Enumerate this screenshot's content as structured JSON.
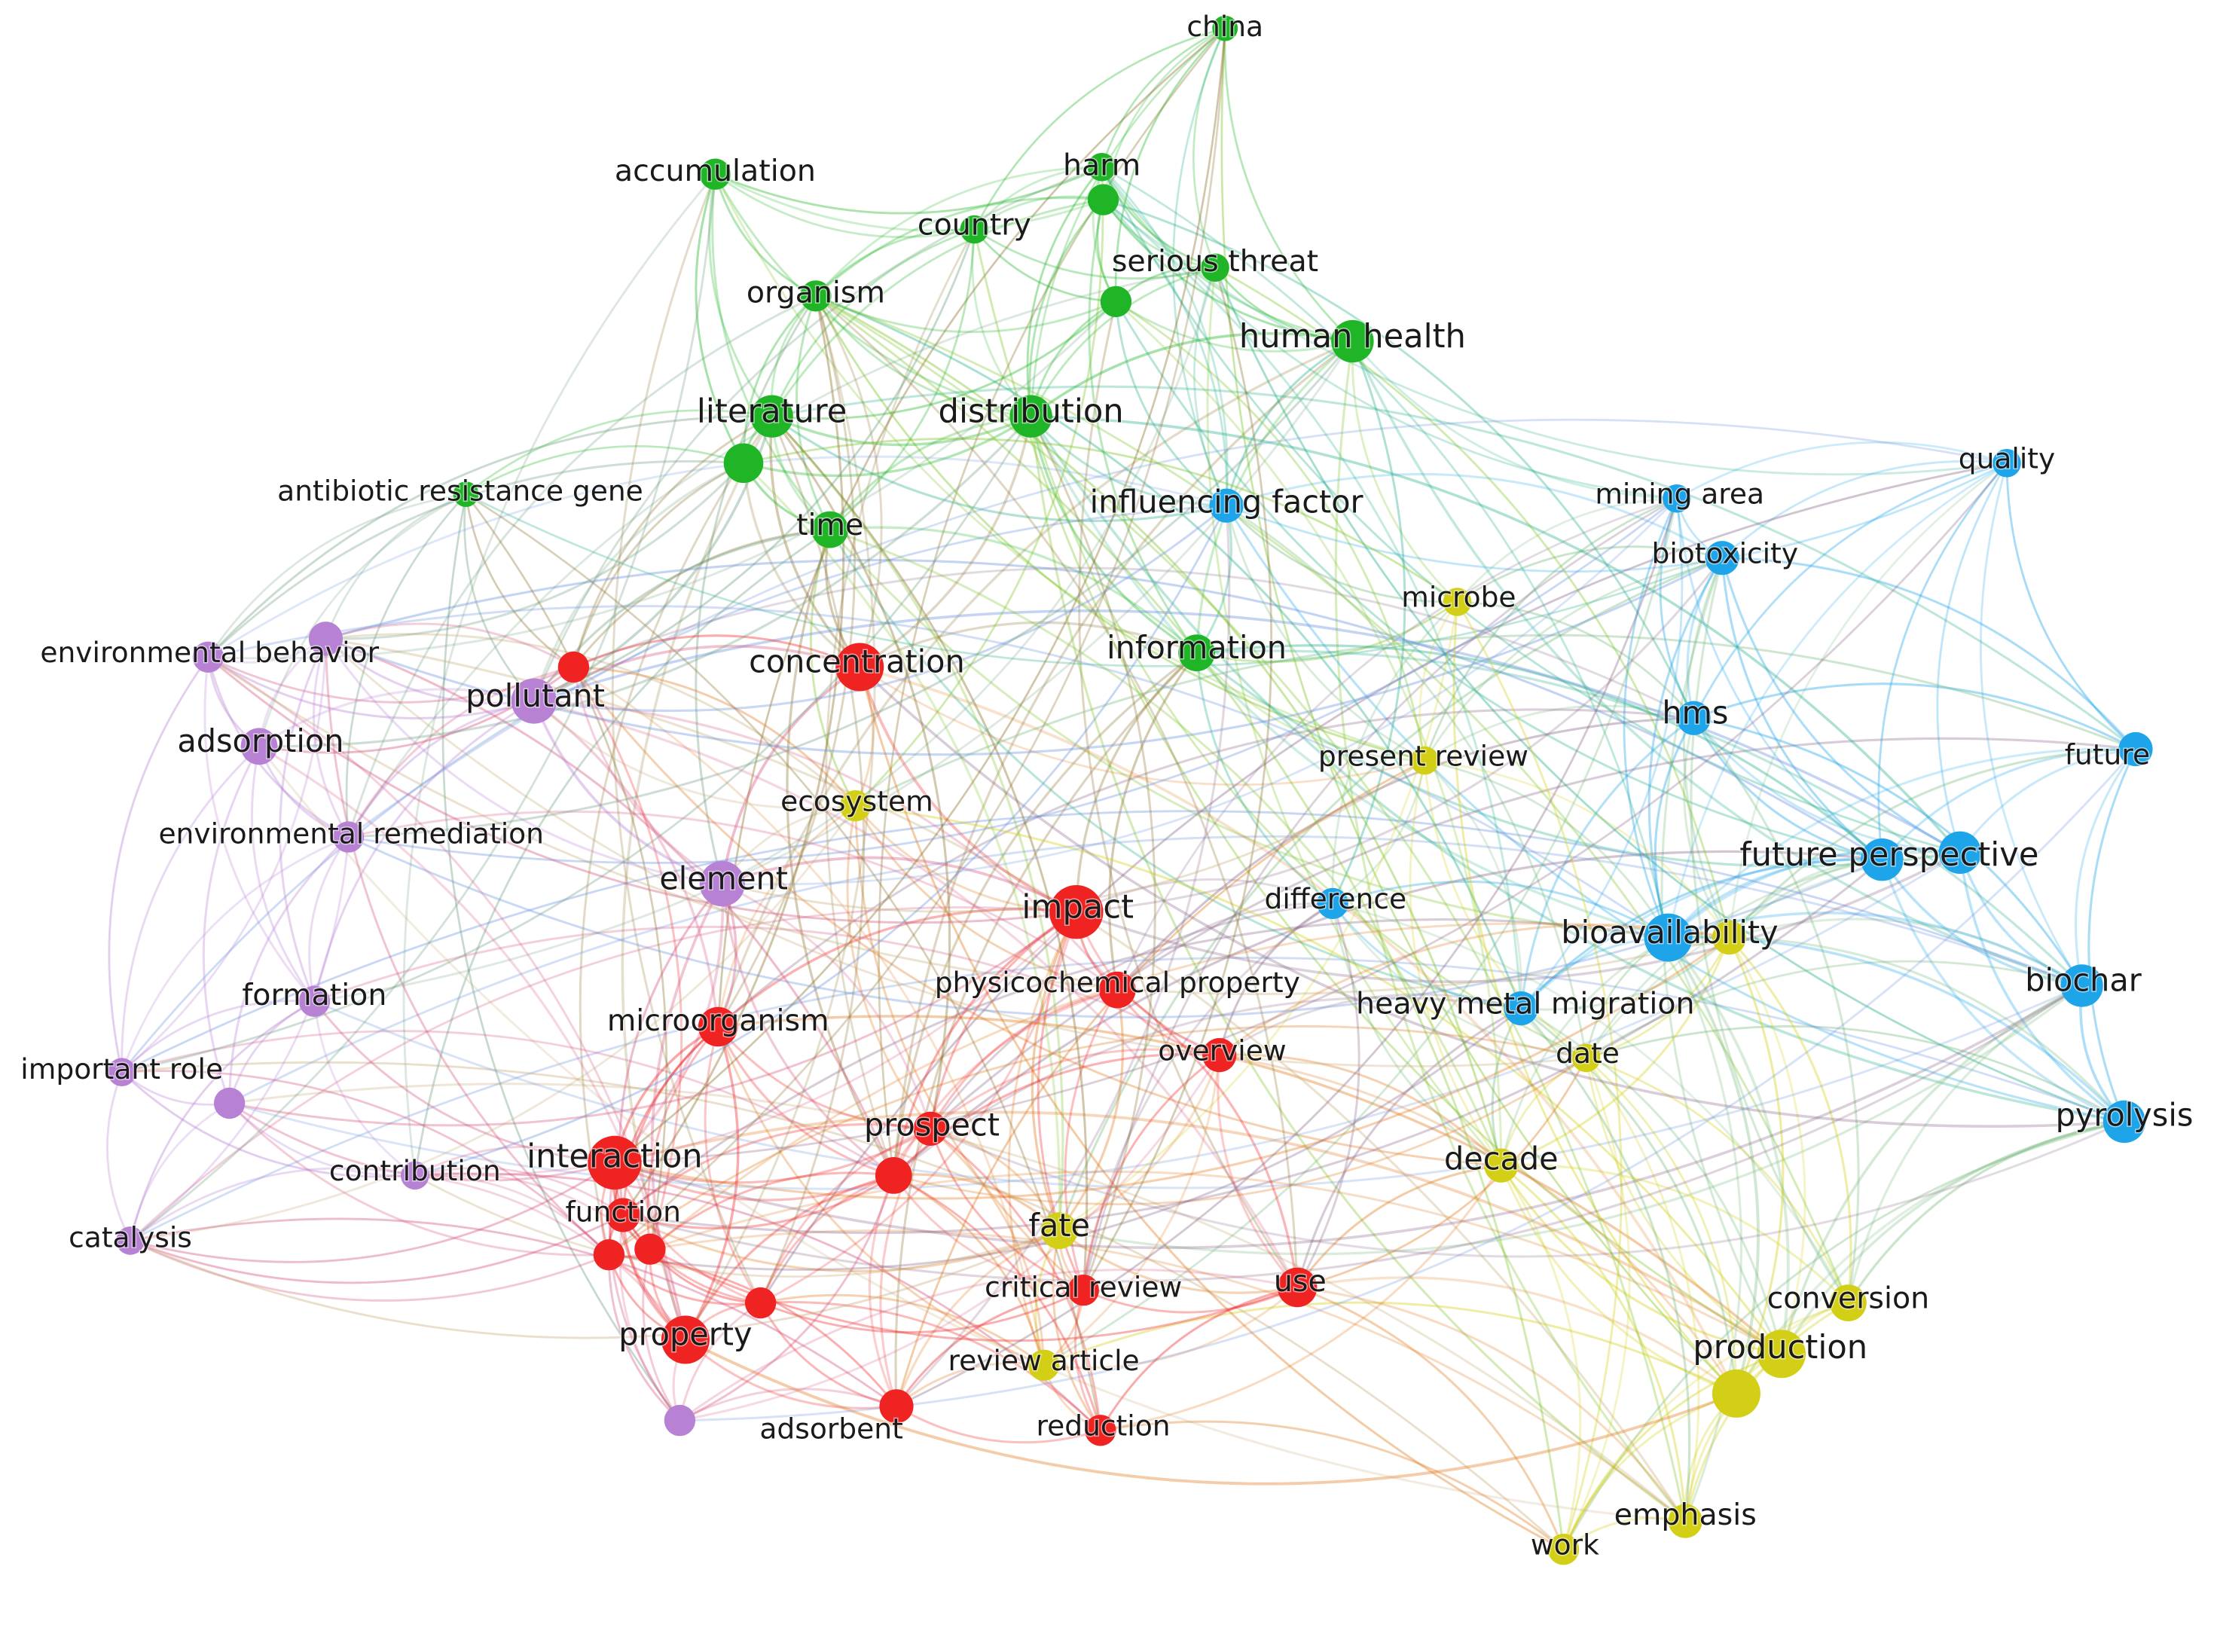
{
  "clusters": {
    "green": {
      "color": "#1fb526"
    },
    "blue": {
      "color": "#1ea4e8"
    },
    "yellow": {
      "color": "#d2cf16"
    },
    "red": {
      "color": "#f02323"
    },
    "purple": {
      "color": "#b882d4"
    }
  },
  "nodes": [
    {
      "id": "china",
      "label": "china",
      "cluster": "green"
    },
    {
      "id": "accumulation",
      "label": "accumulation",
      "cluster": "green"
    },
    {
      "id": "harm",
      "label": "harm",
      "cluster": "green"
    },
    {
      "id": "harm2",
      "label": "",
      "cluster": "green"
    },
    {
      "id": "country",
      "label": "country",
      "cluster": "green"
    },
    {
      "id": "serious_threat",
      "label": "serious threat",
      "cluster": "green"
    },
    {
      "id": "organism",
      "label": "organism",
      "cluster": "green"
    },
    {
      "id": "g_unl1",
      "label": "",
      "cluster": "green"
    },
    {
      "id": "human_health",
      "label": "human health",
      "cluster": "green"
    },
    {
      "id": "literature",
      "label": "literature",
      "cluster": "green"
    },
    {
      "id": "g_unl2",
      "label": "",
      "cluster": "green"
    },
    {
      "id": "distribution",
      "label": "distribution",
      "cluster": "green"
    },
    {
      "id": "antibiotic_resistance_gene",
      "label": "antibiotic resistance gene",
      "cluster": "green"
    },
    {
      "id": "time",
      "label": "time",
      "cluster": "green"
    },
    {
      "id": "information",
      "label": "information",
      "cluster": "green"
    },
    {
      "id": "influencing_factor",
      "label": "influencing factor",
      "cluster": "blue"
    },
    {
      "id": "quality",
      "label": "quality",
      "cluster": "blue"
    },
    {
      "id": "mining_area",
      "label": "mining area",
      "cluster": "blue"
    },
    {
      "id": "biotoxicity",
      "label": "biotoxicity",
      "cluster": "blue"
    },
    {
      "id": "hms",
      "label": "hms",
      "cluster": "blue"
    },
    {
      "id": "future",
      "label": "future",
      "cluster": "blue"
    },
    {
      "id": "future_perspective",
      "label": "future perspective",
      "cluster": "blue"
    },
    {
      "id": "b_unl1",
      "label": "",
      "cluster": "blue"
    },
    {
      "id": "difference",
      "label": "difference",
      "cluster": "blue"
    },
    {
      "id": "bioavailability",
      "label": "bioavailability",
      "cluster": "blue"
    },
    {
      "id": "biochar",
      "label": "biochar",
      "cluster": "blue"
    },
    {
      "id": "heavy_metal_migration",
      "label": "heavy metal migration",
      "cluster": "blue"
    },
    {
      "id": "pyrolysis",
      "label": "pyrolysis",
      "cluster": "blue"
    },
    {
      "id": "microbe",
      "label": "microbe",
      "cluster": "yellow"
    },
    {
      "id": "present_review",
      "label": "present review",
      "cluster": "yellow"
    },
    {
      "id": "ecosystem",
      "label": "ecosystem",
      "cluster": "yellow"
    },
    {
      "id": "date",
      "label": "date",
      "cluster": "yellow"
    },
    {
      "id": "decade",
      "label": "decade",
      "cluster": "yellow"
    },
    {
      "id": "fate",
      "label": "fate",
      "cluster": "yellow"
    },
    {
      "id": "review_article",
      "label": "review article",
      "cluster": "yellow"
    },
    {
      "id": "conversion",
      "label": "conversion",
      "cluster": "yellow"
    },
    {
      "id": "production",
      "label": "production",
      "cluster": "yellow"
    },
    {
      "id": "y_unl1",
      "label": "",
      "cluster": "yellow"
    },
    {
      "id": "emphasis",
      "label": "emphasis",
      "cluster": "yellow"
    },
    {
      "id": "work",
      "label": "work",
      "cluster": "yellow"
    },
    {
      "id": "y_unl2",
      "label": "",
      "cluster": "yellow"
    },
    {
      "id": "concentration",
      "label": "concentration",
      "cluster": "red"
    },
    {
      "id": "r_unl1",
      "label": "",
      "cluster": "red"
    },
    {
      "id": "impact",
      "label": "impact",
      "cluster": "red"
    },
    {
      "id": "physicochemical_property",
      "label": "physicochemical property",
      "cluster": "red"
    },
    {
      "id": "microorganism",
      "label": "microorganism",
      "cluster": "red"
    },
    {
      "id": "overview",
      "label": "overview",
      "cluster": "red"
    },
    {
      "id": "prospect",
      "label": "prospect",
      "cluster": "red"
    },
    {
      "id": "r_unl2",
      "label": "",
      "cluster": "red"
    },
    {
      "id": "interaction",
      "label": "interaction",
      "cluster": "red"
    },
    {
      "id": "function",
      "label": "function",
      "cluster": "red"
    },
    {
      "id": "r_unl3",
      "label": "",
      "cluster": "red"
    },
    {
      "id": "r_unl4",
      "label": "",
      "cluster": "red"
    },
    {
      "id": "critical_review",
      "label": "critical review",
      "cluster": "red"
    },
    {
      "id": "use",
      "label": "use",
      "cluster": "red"
    },
    {
      "id": "r_unl5",
      "label": "",
      "cluster": "red"
    },
    {
      "id": "property",
      "label": "property",
      "cluster": "red"
    },
    {
      "id": "adsorbent",
      "label": "adsorbent",
      "cluster": "red"
    },
    {
      "id": "reduction",
      "label": "reduction",
      "cluster": "red"
    },
    {
      "id": "environmental_behavior",
      "label": "environmental behavior",
      "cluster": "purple"
    },
    {
      "id": "p_unl1",
      "label": "",
      "cluster": "purple"
    },
    {
      "id": "pollutant",
      "label": "pollutant",
      "cluster": "purple"
    },
    {
      "id": "adsorption",
      "label": "adsorption",
      "cluster": "purple"
    },
    {
      "id": "environmental_remediation",
      "label": "environmental remediation",
      "cluster": "purple"
    },
    {
      "id": "element",
      "label": "element",
      "cluster": "purple"
    },
    {
      "id": "formation",
      "label": "formation",
      "cluster": "purple"
    },
    {
      "id": "important_role",
      "label": "important role",
      "cluster": "purple"
    },
    {
      "id": "p_unl2",
      "label": "",
      "cluster": "purple"
    },
    {
      "id": "contribution",
      "label": "contribution",
      "cluster": "purple"
    },
    {
      "id": "catalysis",
      "label": "catalysis",
      "cluster": "purple"
    },
    {
      "id": "p_unl3",
      "label": "",
      "cluster": "purple"
    }
  ]
}
